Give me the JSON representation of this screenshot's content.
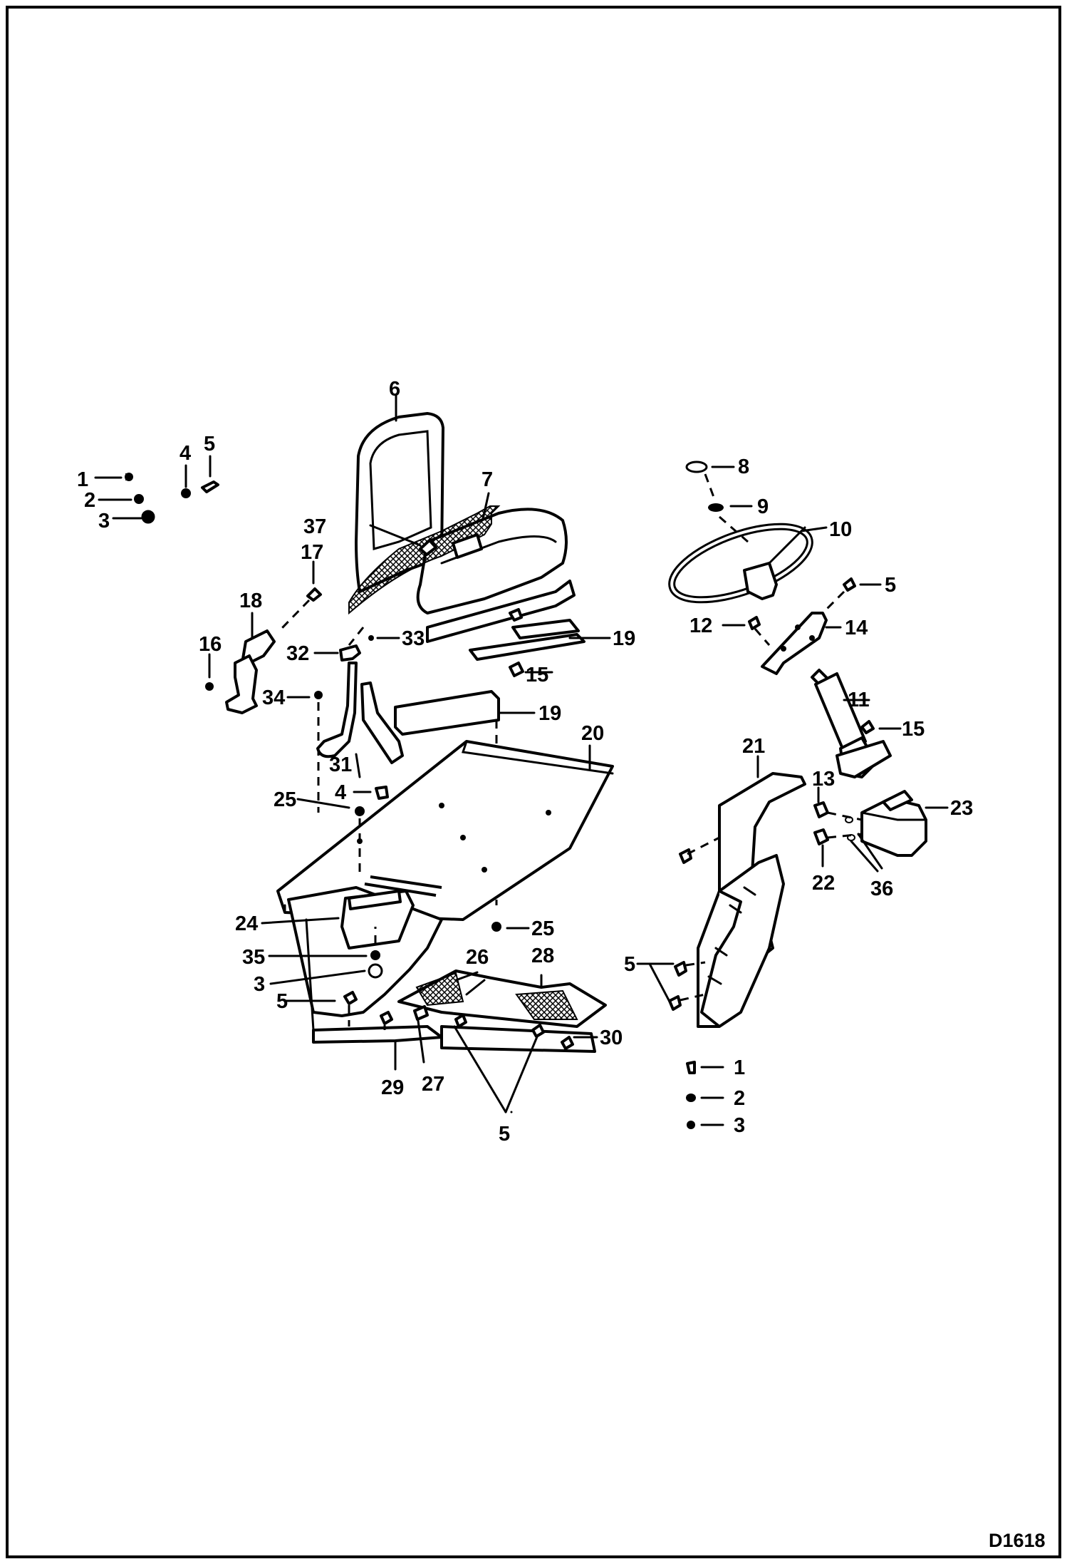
{
  "figure_code": "D1618",
  "callouts": {
    "c1a": "1",
    "c2a": "2",
    "c3a": "3",
    "c4a": "4",
    "c5a": "5",
    "c6": "6",
    "c7": "7",
    "c8": "8",
    "c9": "9",
    "c10": "10",
    "c5b": "5",
    "c11": "11",
    "c12": "12",
    "c13": "13",
    "c14": "14",
    "c15a": "15",
    "c15b": "15",
    "c16": "16",
    "c17": "17",
    "c18": "18",
    "c19a": "19",
    "c19b": "19",
    "c20": "20",
    "c21": "21",
    "c22": "22",
    "c23": "23",
    "c24": "24",
    "c25a": "25",
    "c25b": "25",
    "c26": "26",
    "c27": "27",
    "c28": "28",
    "c29": "29",
    "c30": "30",
    "c31": "31",
    "c32": "32",
    "c33": "33",
    "c34": "34",
    "c35": "35",
    "c36": "36",
    "c37": "37",
    "c4b": "4",
    "c3b": "3",
    "c5c": "5",
    "c5d": "5",
    "c5e": "5",
    "c1b": "1",
    "c2b": "2",
    "c3c": "3"
  }
}
